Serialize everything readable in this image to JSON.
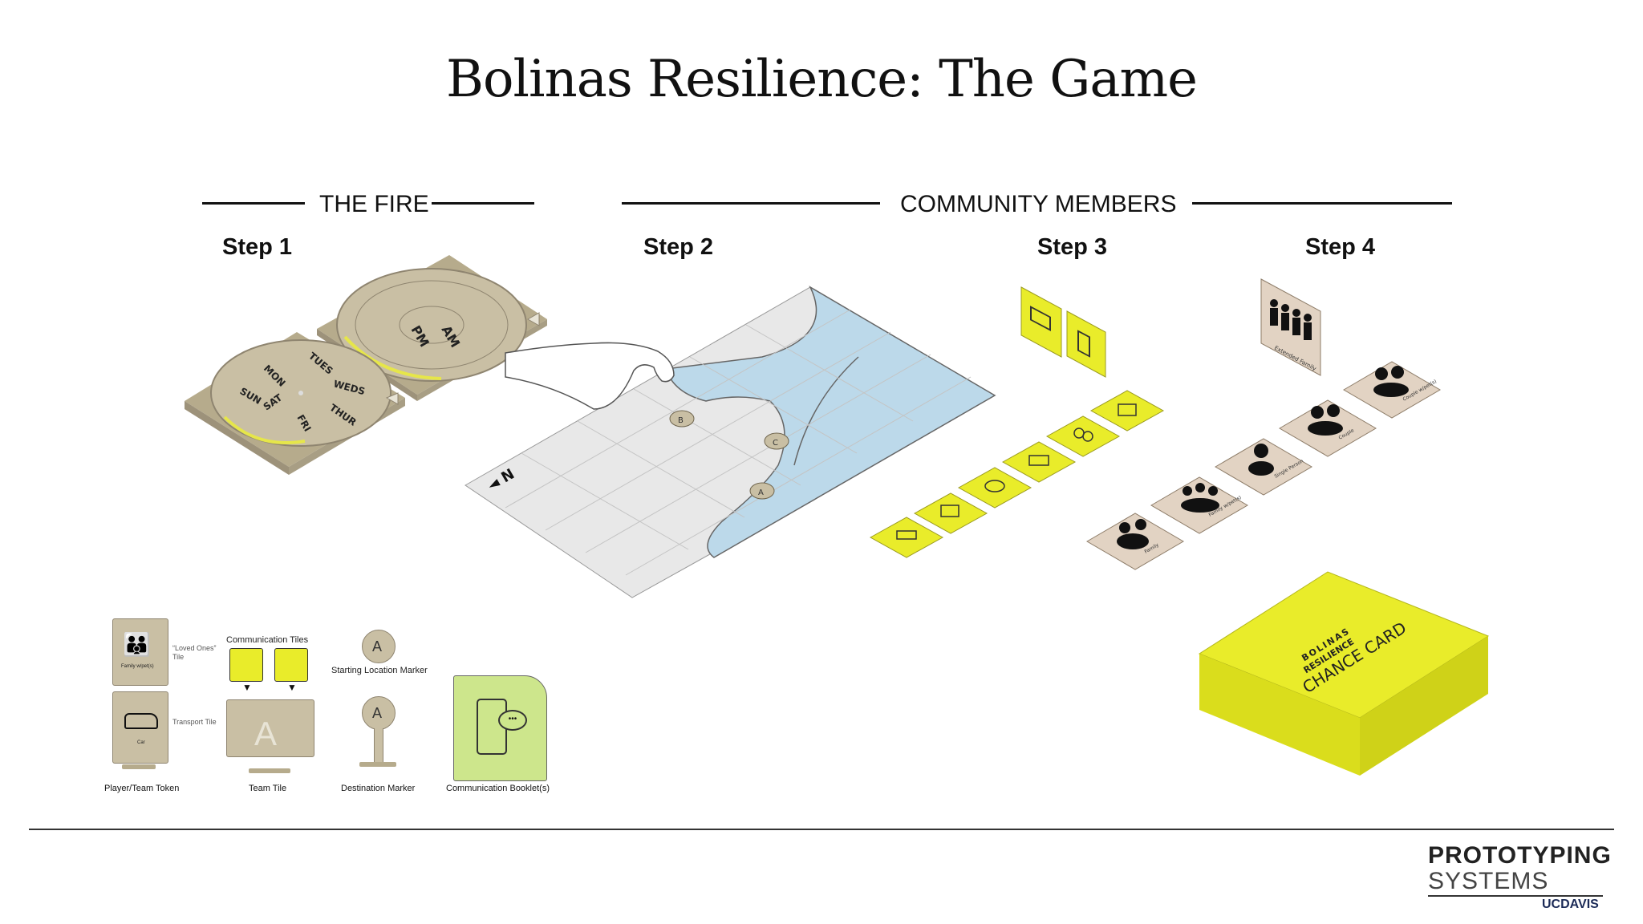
{
  "title": "Bolinas Resilience: The Game",
  "sections": {
    "fire": "THE FIRE",
    "community": "COMMUNITY MEMBERS"
  },
  "steps": [
    "Step 1",
    "Step 2",
    "Step 3",
    "Step 4"
  ],
  "dials": {
    "days": [
      "MON",
      "TUES",
      "WEDS",
      "THUR",
      "FRI",
      "SAT",
      "SUN"
    ],
    "ampm": [
      "AM",
      "PM"
    ]
  },
  "map_markers": [
    "A",
    "B",
    "C"
  ],
  "step4_tiles": [
    "Extended Family",
    "Family",
    "Family w/pet(s)",
    "Single Person",
    "Couple",
    "Couple w/pet(s)"
  ],
  "legend": {
    "token": {
      "loved_ones": "“Loved Ones” Tile",
      "family_tile": "Family w/pet(s)",
      "transport": "Transport Tile",
      "car": "Car",
      "caption": "Player/Team Token"
    },
    "team_tile": {
      "comm_label": "Communication Tiles",
      "letter": "A",
      "caption": "Team Tile"
    },
    "markers": {
      "start_label": "Starting Location Marker",
      "letter": "A",
      "caption": "Destination Marker"
    },
    "booklet": {
      "caption": "Communication Booklet(s)"
    }
  },
  "chance": {
    "line1": "BOLINAS",
    "line2": "RESILIENCE",
    "line3": "CHANCE CARD"
  },
  "logo": {
    "line1": "PROTOTYPING",
    "line2": "SYSTEMS",
    "uc": "UCDAVIS"
  },
  "colors": {
    "yellow": "#e9ec2a",
    "wood": "#c9bfa4",
    "wood_dark": "#b6ab8c",
    "tan": "#e2d3c3",
    "water": "#bcd9ea",
    "land": "#e8e8e8",
    "booklet": "#cde68c"
  }
}
